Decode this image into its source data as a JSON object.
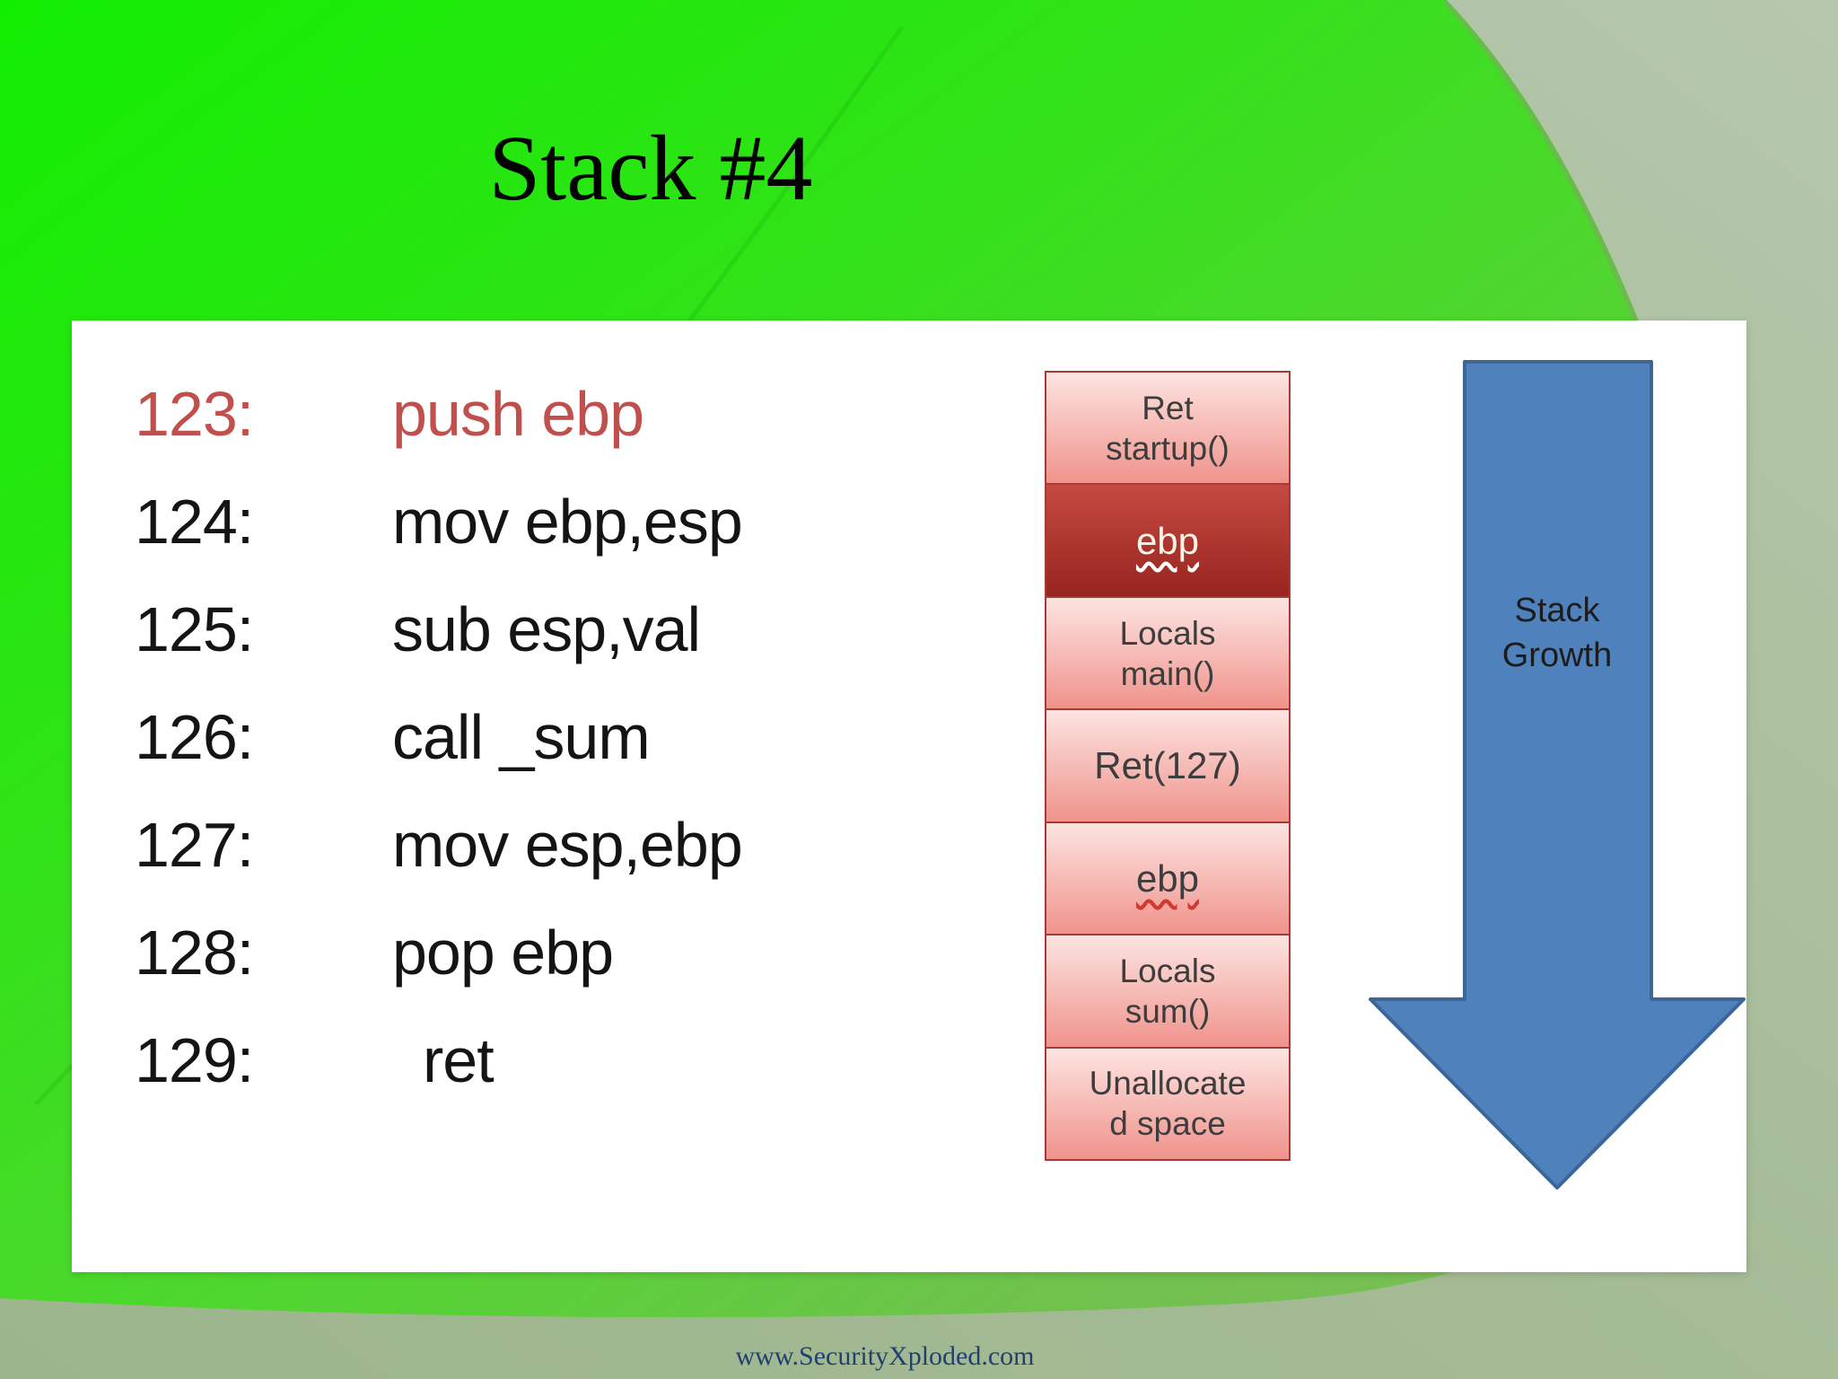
{
  "title": "Stack #4",
  "code": {
    "lines": [
      {
        "num": "123:",
        "instruction": "push ebp"
      },
      {
        "num": "124:",
        "instruction": "mov ebp,esp"
      },
      {
        "num": "125:",
        "instruction": "sub esp,val"
      },
      {
        "num": "126:",
        "instruction": "call _sum"
      },
      {
        "num": "127:",
        "instruction": "mov esp,ebp"
      },
      {
        "num": "128:",
        "instruction": "pop ebp"
      },
      {
        "num": "129:",
        "instruction": "ret"
      }
    ],
    "highlight_line": "123:",
    "highlight_color": "#c0504d",
    "text_color": "#141414"
  },
  "stack": {
    "cells": [
      {
        "lines": [
          "Ret",
          "startup()"
        ]
      },
      {
        "lines": [
          "ebp"
        ]
      },
      {
        "lines": [
          "Locals",
          "main()"
        ]
      },
      {
        "lines": [
          "Ret(127)"
        ]
      },
      {
        "lines": [
          "ebp"
        ]
      },
      {
        "lines": [
          "Locals",
          "sum()"
        ]
      },
      {
        "lines": [
          "Unallocate",
          "d space"
        ]
      }
    ],
    "cell_fill_top": "#fde4e1",
    "cell_fill_bottom": "#f0938c",
    "active_cell_fill_top": "#c44a41",
    "active_cell_fill_bottom": "#98251f",
    "border_color": "#a63a35"
  },
  "arrow": {
    "label_line1": "Stack",
    "label_line2": "Growth",
    "fill": "#4f81bd",
    "stroke": "#3c6598"
  },
  "footer": {
    "url": "www.SecurityXploded.com"
  },
  "background": {
    "green_bright": "#12ee02",
    "green_mid": "#52d531",
    "sage": "#a5bc97"
  }
}
